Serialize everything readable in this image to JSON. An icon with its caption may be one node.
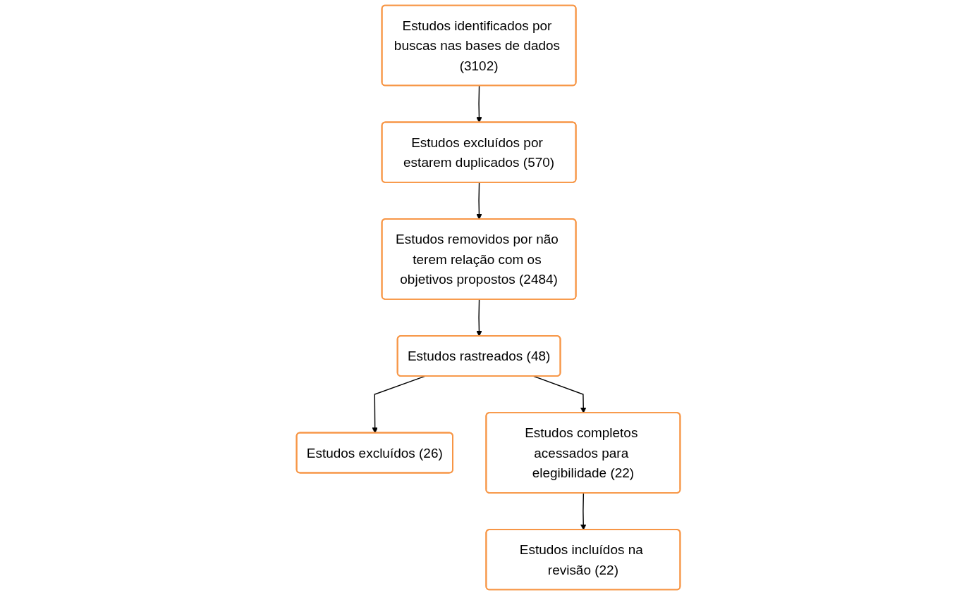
{
  "diagram": {
    "nodes": [
      {
        "text": [
          "Estudos identificados por buscas nas bases de dados (3102)"
        ]
      },
      {
        "text": [
          "Estudos excluídos por estarem duplicados (570)"
        ]
      },
      {
        "text": [
          "Estudos removidos por não terem relação com os objetivos propostos (2484)"
        ]
      },
      {
        "text": [
          "Estudos rastreados (48)"
        ]
      },
      {
        "text": [
          "Estudos excluídos (26)"
        ]
      },
      {
        "text": [
          "Estudos completos acessados para elegibilidade (22)"
        ]
      },
      {
        "text": [
          "Estudos incluídos na revisão (22)"
        ]
      }
    ],
    "edges": [
      {
        "from": 0,
        "to": 1,
        "arrow": "to"
      },
      {
        "from": 1,
        "to": 2,
        "arrow": "to"
      },
      {
        "from": 2,
        "to": 3,
        "arrow": "to"
      },
      {
        "from": 3,
        "to": 4,
        "arrow": "to"
      },
      {
        "from": 3,
        "to": 5,
        "arrow": "to"
      },
      {
        "from": 5,
        "to": 6,
        "arrow": "to"
      }
    ]
  }
}
